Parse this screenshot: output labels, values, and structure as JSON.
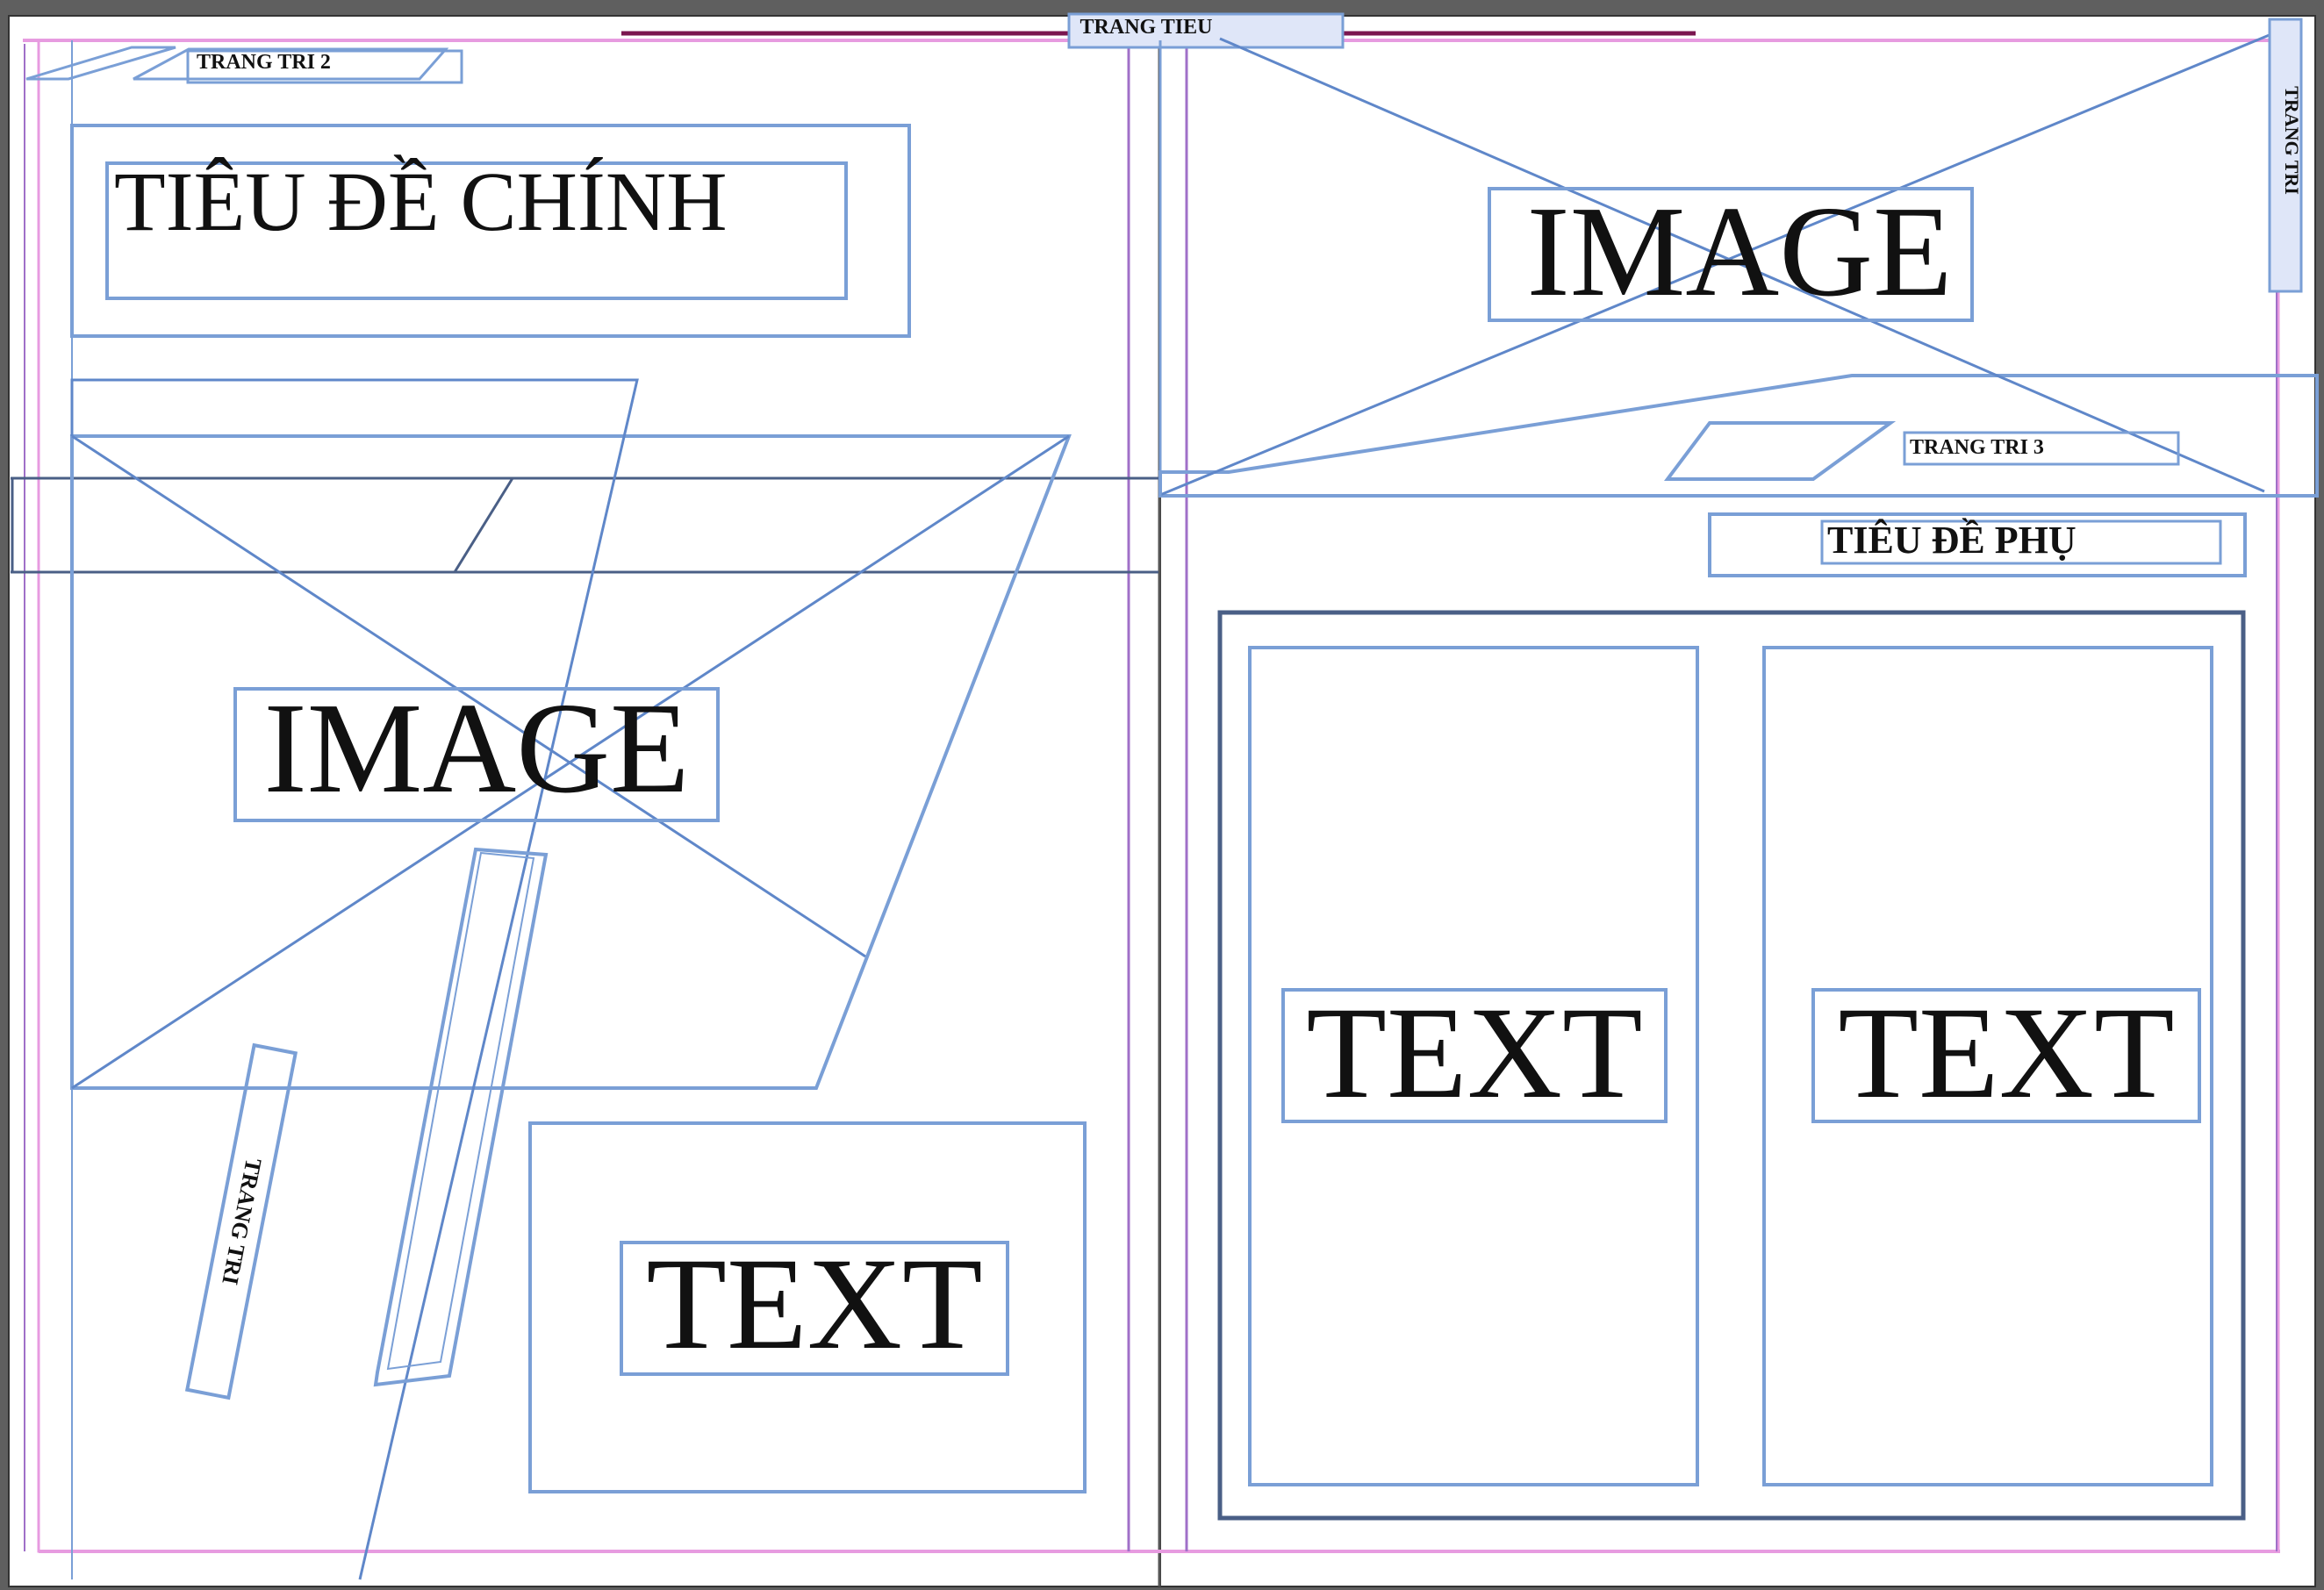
{
  "spread": {
    "master_label": "TRANG TIEU"
  },
  "left_page": {
    "folio_tab": "TRANG TRI 2",
    "main_title": "TIÊU ĐỀ CHÍNH",
    "image_label": "IMAGE",
    "side_tab": "TRANG TRI",
    "text_label": "TEXT"
  },
  "right_page": {
    "image_label": "IMAGE",
    "edge_tab": "TRANG TRI",
    "folio_tab": "TRANG TRI 3",
    "subtitle": "TIÊU ĐỀ PHỤ",
    "column_1_label": "TEXT",
    "column_2_label": "TEXT"
  },
  "colors": {
    "frame_blue": "#7a9fd6",
    "frame_dark": "#4a5f86",
    "margin_pink": "#e79be0",
    "column_purple": "#a070c8",
    "bleed_maroon": "#7a1650",
    "pasteboard": "#5f5f5f",
    "page": "#ffffff"
  }
}
